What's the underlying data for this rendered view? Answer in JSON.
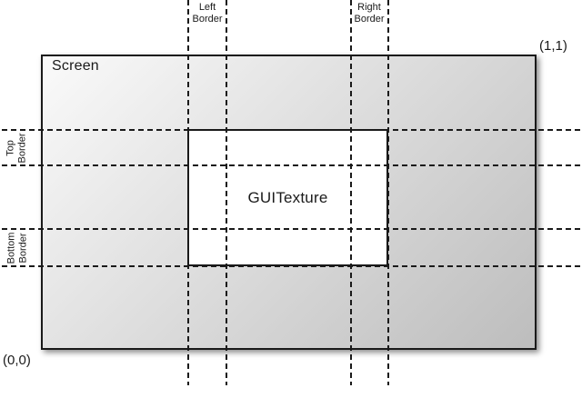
{
  "screen": {
    "label": "Screen"
  },
  "texture": {
    "label": "GUITexture"
  },
  "corners": {
    "top_right": "(1,1)",
    "bottom_left": "(0,0)"
  },
  "borders": {
    "left": {
      "line1": "Left",
      "line2": "Border"
    },
    "right": {
      "line1": "Right",
      "line2": "Border"
    },
    "top": {
      "line1": "Top",
      "line2": "Border"
    },
    "bottom": {
      "line1": "Bottom",
      "line2": "Border"
    }
  },
  "colors": {
    "line": "#1a1a1a",
    "gradient_start": "#fafafa",
    "gradient_end": "#bdbdbd",
    "texture_fill": "#ffffff",
    "background": "#ffffff"
  }
}
